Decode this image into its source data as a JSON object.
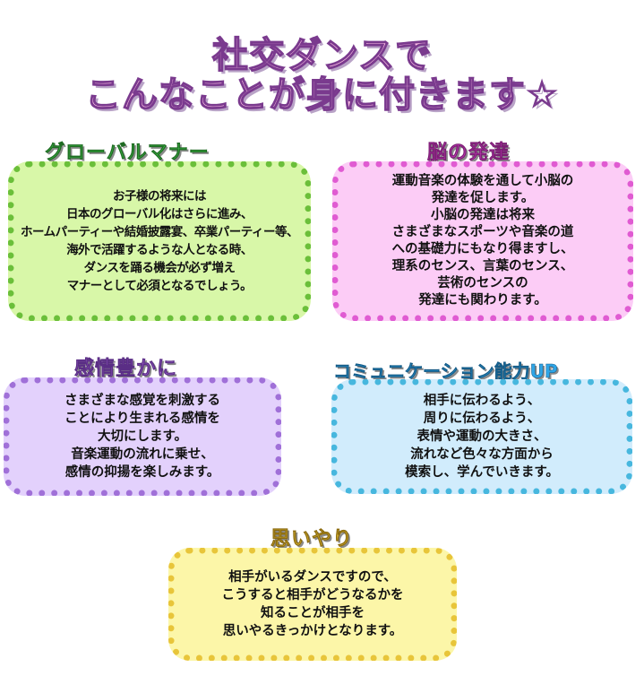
{
  "title": {
    "line1": "社交ダンスで",
    "line2": "こんなことが身に付きます",
    "star": "☆"
  },
  "sections": {
    "global": {
      "heading": "グローバルマナー",
      "body": "お子様の将来には\n日本のグローバル化はさらに進み、\nホームパーティーや結婚披露宴、卒業パーティー等、\n海外で活躍するような人となる時、\nダンスを踊る機会が必ず増え\nマナーとして必須となるでしょう。"
    },
    "brain": {
      "heading": "脳の発達",
      "body": "運動音楽の体験を通して小脳の\n発達を促します。\n小脳の発達は将来\nさまざまなスポーツや音楽の道\nへの基礎力にもなり得ますし、\n理系のセンス、言葉のセンス、\n芸術のセンスの\n発達にも関わります。"
    },
    "emotion": {
      "heading": "感情豊かに",
      "body": "さまざまな感覚を刺激する\nことにより生まれる感情を\n大切にします。\n音楽運動の流れに乗せ、\n感情の抑揚を楽しみます。"
    },
    "communication": {
      "heading": "コミュニケーション能力UP",
      "body": "相手に伝わるよう、\n周りに伝わるよう、\n表情や運動の大きさ、\n流れなど色々な方面から\n模索し、学んでいきます。"
    },
    "kindness": {
      "heading": "思いやり",
      "body": "相手がいるダンスですので、\nこうすると相手がどうなるかを\n知ることが相手を\n思いやるきっかけとなります。"
    }
  },
  "colors": {
    "global": "#d8f7a8",
    "brain": "#fcccf6",
    "emotion": "#e3d1fc",
    "communication": "#d1ecfc",
    "kindness": "#fcf6a8"
  }
}
